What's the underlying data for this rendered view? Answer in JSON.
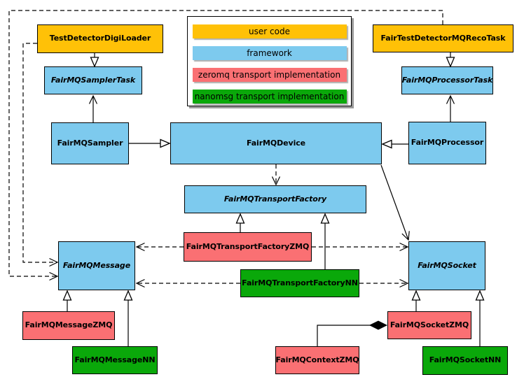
{
  "legend": {
    "items": [
      {
        "label": "user code",
        "color": "#FFC107",
        "category": "user-code"
      },
      {
        "label": "framework",
        "color": "#7DCAEE",
        "category": "framework"
      },
      {
        "label": "zeromq transport implementation",
        "color": "#FA7073",
        "category": "zeromq-transport"
      },
      {
        "label": "nanomsg transport implementation",
        "color": "#0AA80A",
        "category": "nanomsg-transport"
      }
    ]
  },
  "nodes": {
    "testDetectorDigiLoader": {
      "label": "TestDetectorDigiLoader",
      "category": "user-code",
      "abstract": false
    },
    "fairMQSamplerTask": {
      "label": "FairMQSamplerTask",
      "category": "framework",
      "abstract": true
    },
    "fairMQSampler": {
      "label": "FairMQSampler",
      "category": "framework",
      "abstract": false
    },
    "fairMQDevice": {
      "label": "FairMQDevice",
      "category": "framework",
      "abstract": false
    },
    "fairTestDetectorMQRecoTask": {
      "label": "FairTestDetectorMQRecoTask",
      "category": "user-code",
      "abstract": false
    },
    "fairMQProcessorTask": {
      "label": "FairMQProcessorTask",
      "category": "framework",
      "abstract": true
    },
    "fairMQProcessor": {
      "label": "FairMQProcessor",
      "category": "framework",
      "abstract": false
    },
    "fairMQTransportFactory": {
      "label": "FairMQTransportFactory",
      "category": "framework",
      "abstract": true
    },
    "fairMQTransportFactoryZMQ": {
      "label": "FairMQTransportFactoryZMQ",
      "category": "zeromq-transport",
      "abstract": false
    },
    "fairMQTransportFactoryNN": {
      "label": "FairMQTransportFactoryNN",
      "category": "nanomsg-transport",
      "abstract": false
    },
    "fairMQMessage": {
      "label": "FairMQMessage",
      "category": "framework",
      "abstract": true
    },
    "fairMQMessageZMQ": {
      "label": "FairMQMessageZMQ",
      "category": "zeromq-transport",
      "abstract": false
    },
    "fairMQMessageNN": {
      "label": "FairMQMessageNN",
      "category": "nanomsg-transport",
      "abstract": false
    },
    "fairMQSocket": {
      "label": "FairMQSocket",
      "category": "framework",
      "abstract": true
    },
    "fairMQSocketZMQ": {
      "label": "FairMQSocketZMQ",
      "category": "zeromq-transport",
      "abstract": false
    },
    "fairMQContextZMQ": {
      "label": "FairMQContextZMQ",
      "category": "zeromq-transport",
      "abstract": false
    },
    "fairMQSocketNN": {
      "label": "FairMQSocketNN",
      "category": "nanomsg-transport",
      "abstract": false
    }
  },
  "edges": [
    {
      "from": "TestDetectorDigiLoader",
      "to": "FairMQSamplerTask",
      "line": "solid",
      "head": "hollow-triangle"
    },
    {
      "from": "FairMQSampler",
      "to": "FairMQSamplerTask",
      "line": "solid",
      "head": "open-arrow"
    },
    {
      "from": "FairMQSampler",
      "to": "FairMQDevice",
      "line": "solid",
      "head": "hollow-triangle"
    },
    {
      "from": "FairTestDetectorMQRecoTask",
      "to": "FairMQProcessorTask",
      "line": "solid",
      "head": "hollow-triangle"
    },
    {
      "from": "FairMQProcessor",
      "to": "FairMQProcessorTask",
      "line": "solid",
      "head": "open-arrow"
    },
    {
      "from": "FairMQProcessor",
      "to": "FairMQDevice",
      "line": "solid",
      "head": "hollow-triangle"
    },
    {
      "from": "FairMQDevice",
      "to": "FairMQTransportFactory",
      "line": "dashed",
      "head": "open-arrow"
    },
    {
      "from": "FairMQDevice",
      "to": "FairMQSocket",
      "line": "solid",
      "head": "open-arrow"
    },
    {
      "from": "FairMQTransportFactoryZMQ",
      "to": "FairMQTransportFactory",
      "line": "solid",
      "head": "hollow-triangle"
    },
    {
      "from": "FairMQTransportFactoryNN",
      "to": "FairMQTransportFactory",
      "line": "solid",
      "head": "hollow-triangle"
    },
    {
      "from": "FairMQTransportFactoryZMQ",
      "to": "FairMQMessage",
      "line": "dashed",
      "head": "open-arrow"
    },
    {
      "from": "FairMQTransportFactoryZMQ",
      "to": "FairMQSocket",
      "line": "dashed",
      "head": "open-arrow"
    },
    {
      "from": "FairMQTransportFactoryNN",
      "to": "FairMQMessage",
      "line": "dashed",
      "head": "open-arrow"
    },
    {
      "from": "FairMQTransportFactoryNN",
      "to": "FairMQSocket",
      "line": "dashed",
      "head": "open-arrow"
    },
    {
      "from": "TestDetectorDigiLoader",
      "to": "FairMQMessage",
      "line": "dashed",
      "head": "open-arrow"
    },
    {
      "from": "FairTestDetectorMQRecoTask",
      "to": "FairMQMessage",
      "line": "dashed",
      "head": "open-arrow"
    },
    {
      "from": "FairMQMessageZMQ",
      "to": "FairMQMessage",
      "line": "solid",
      "head": "hollow-triangle"
    },
    {
      "from": "FairMQMessageNN",
      "to": "FairMQMessage",
      "line": "solid",
      "head": "hollow-triangle"
    },
    {
      "from": "FairMQSocketZMQ",
      "to": "FairMQSocket",
      "line": "solid",
      "head": "hollow-triangle"
    },
    {
      "from": "FairMQSocketNN",
      "to": "FairMQSocket",
      "line": "solid",
      "head": "hollow-triangle"
    },
    {
      "from": "FairMQContextZMQ",
      "to": "FairMQSocketZMQ",
      "line": "solid",
      "head": "filled-diamond"
    }
  ]
}
